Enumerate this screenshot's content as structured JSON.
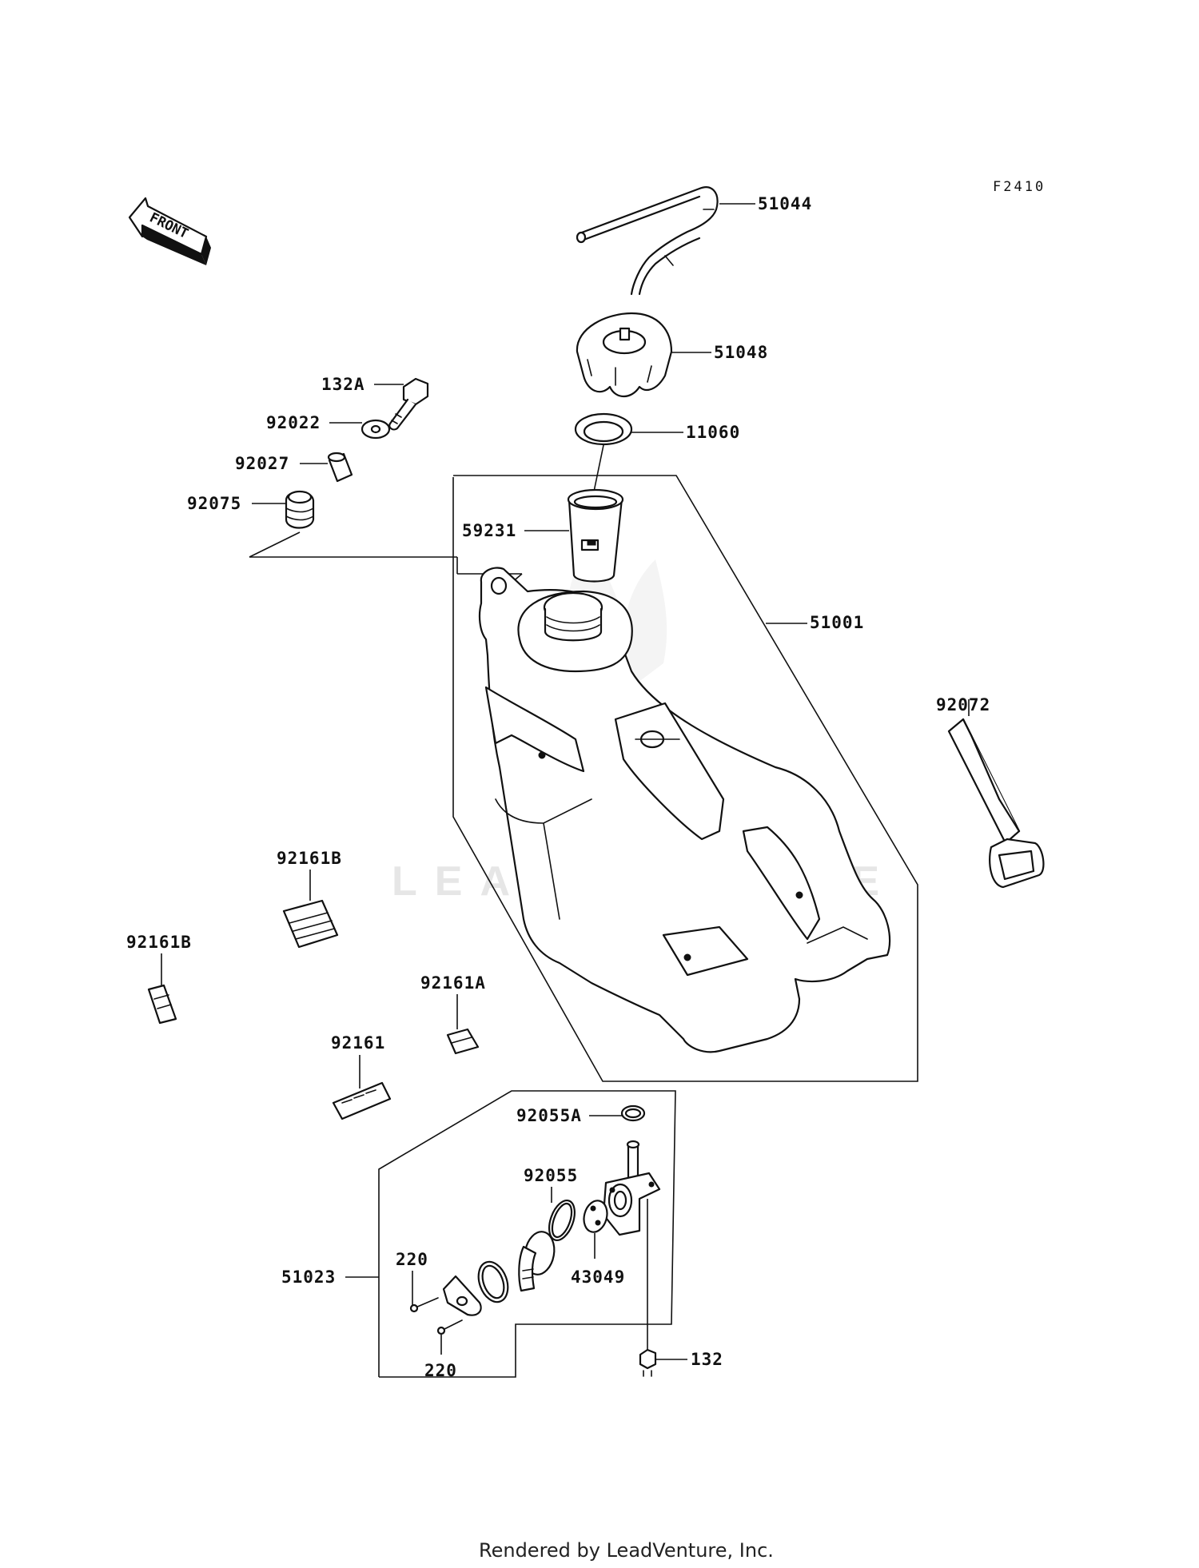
{
  "diagram_code": "F2410",
  "front_label": "FRONT",
  "watermark": "LEADVENTURE",
  "footer": "Rendered by LeadVenture, Inc.",
  "parts": {
    "p51044": "51044",
    "p51048": "51048",
    "p132A": "132A",
    "p92022": "92022",
    "p11060": "11060",
    "p92027": "92027",
    "p92075": "92075",
    "p59231": "59231",
    "p51001": "51001",
    "p92072": "92072",
    "p92161B_top": "92161B",
    "p92161B_left": "92161B",
    "p92161A": "92161A",
    "p92161": "92161",
    "p92055A": "92055A",
    "p92055": "92055",
    "p220_top": "220",
    "p51023": "51023",
    "p43049": "43049",
    "p220_bottom": "220",
    "p132": "132"
  }
}
